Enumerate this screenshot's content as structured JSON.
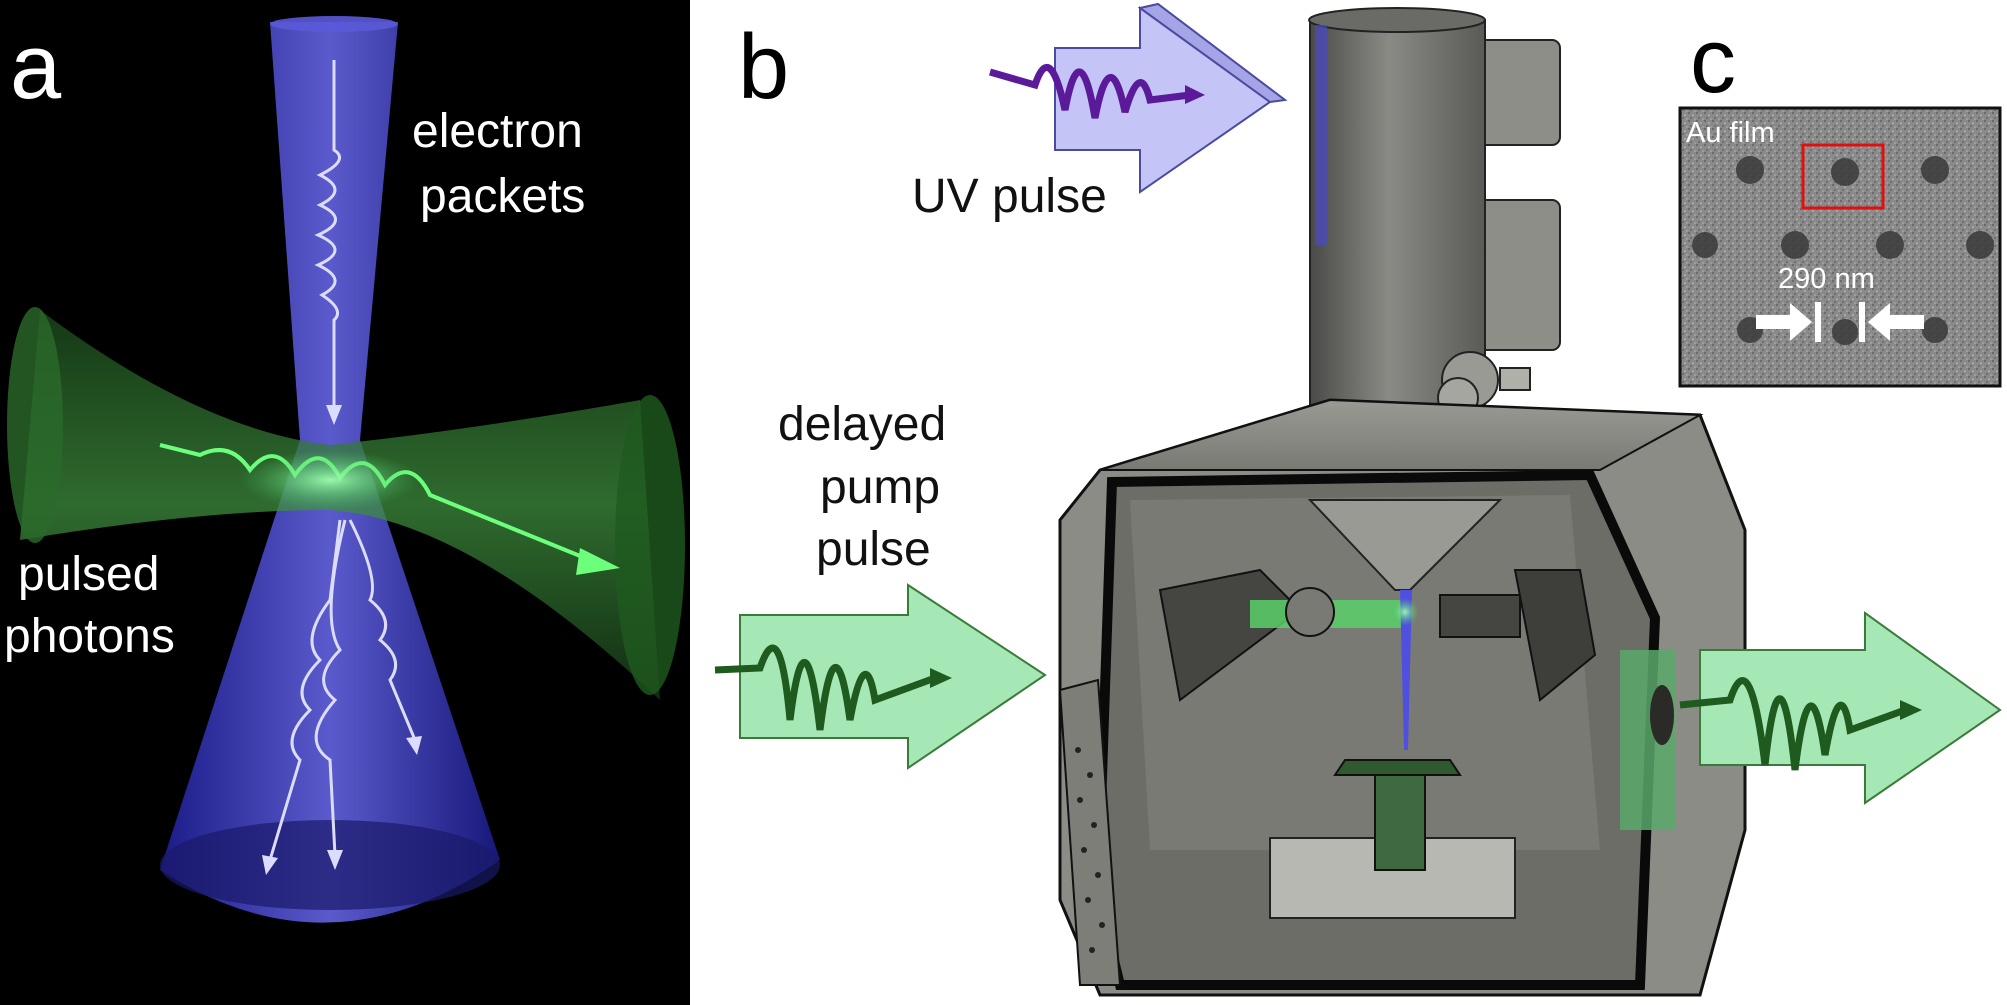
{
  "panels": {
    "a": {
      "letter": "a",
      "label_electron_line1": "electron",
      "label_electron_line2": "packets",
      "label_photon_line1": "pulsed",
      "label_photon_line2": "photons"
    },
    "b": {
      "letter": "b",
      "label_uv": "UV pulse",
      "label_pump_line1": "delayed",
      "label_pump_line2": "pump",
      "label_pump_line3": "pulse"
    },
    "c": {
      "letter": "c",
      "image_label": "Au film",
      "scale_label": "290 nm"
    }
  },
  "colors": {
    "electron_beam": "#3a3ad8",
    "photon_beam": "#2f8a2f",
    "uv_arrow": "#b8b8f5",
    "pump_arrow": "#9fe0b0",
    "wave_uv": "#5a1a9a",
    "wave_green": "#1f6a1f",
    "roi_box": "#e01010",
    "chamber": "#8c8c86"
  }
}
